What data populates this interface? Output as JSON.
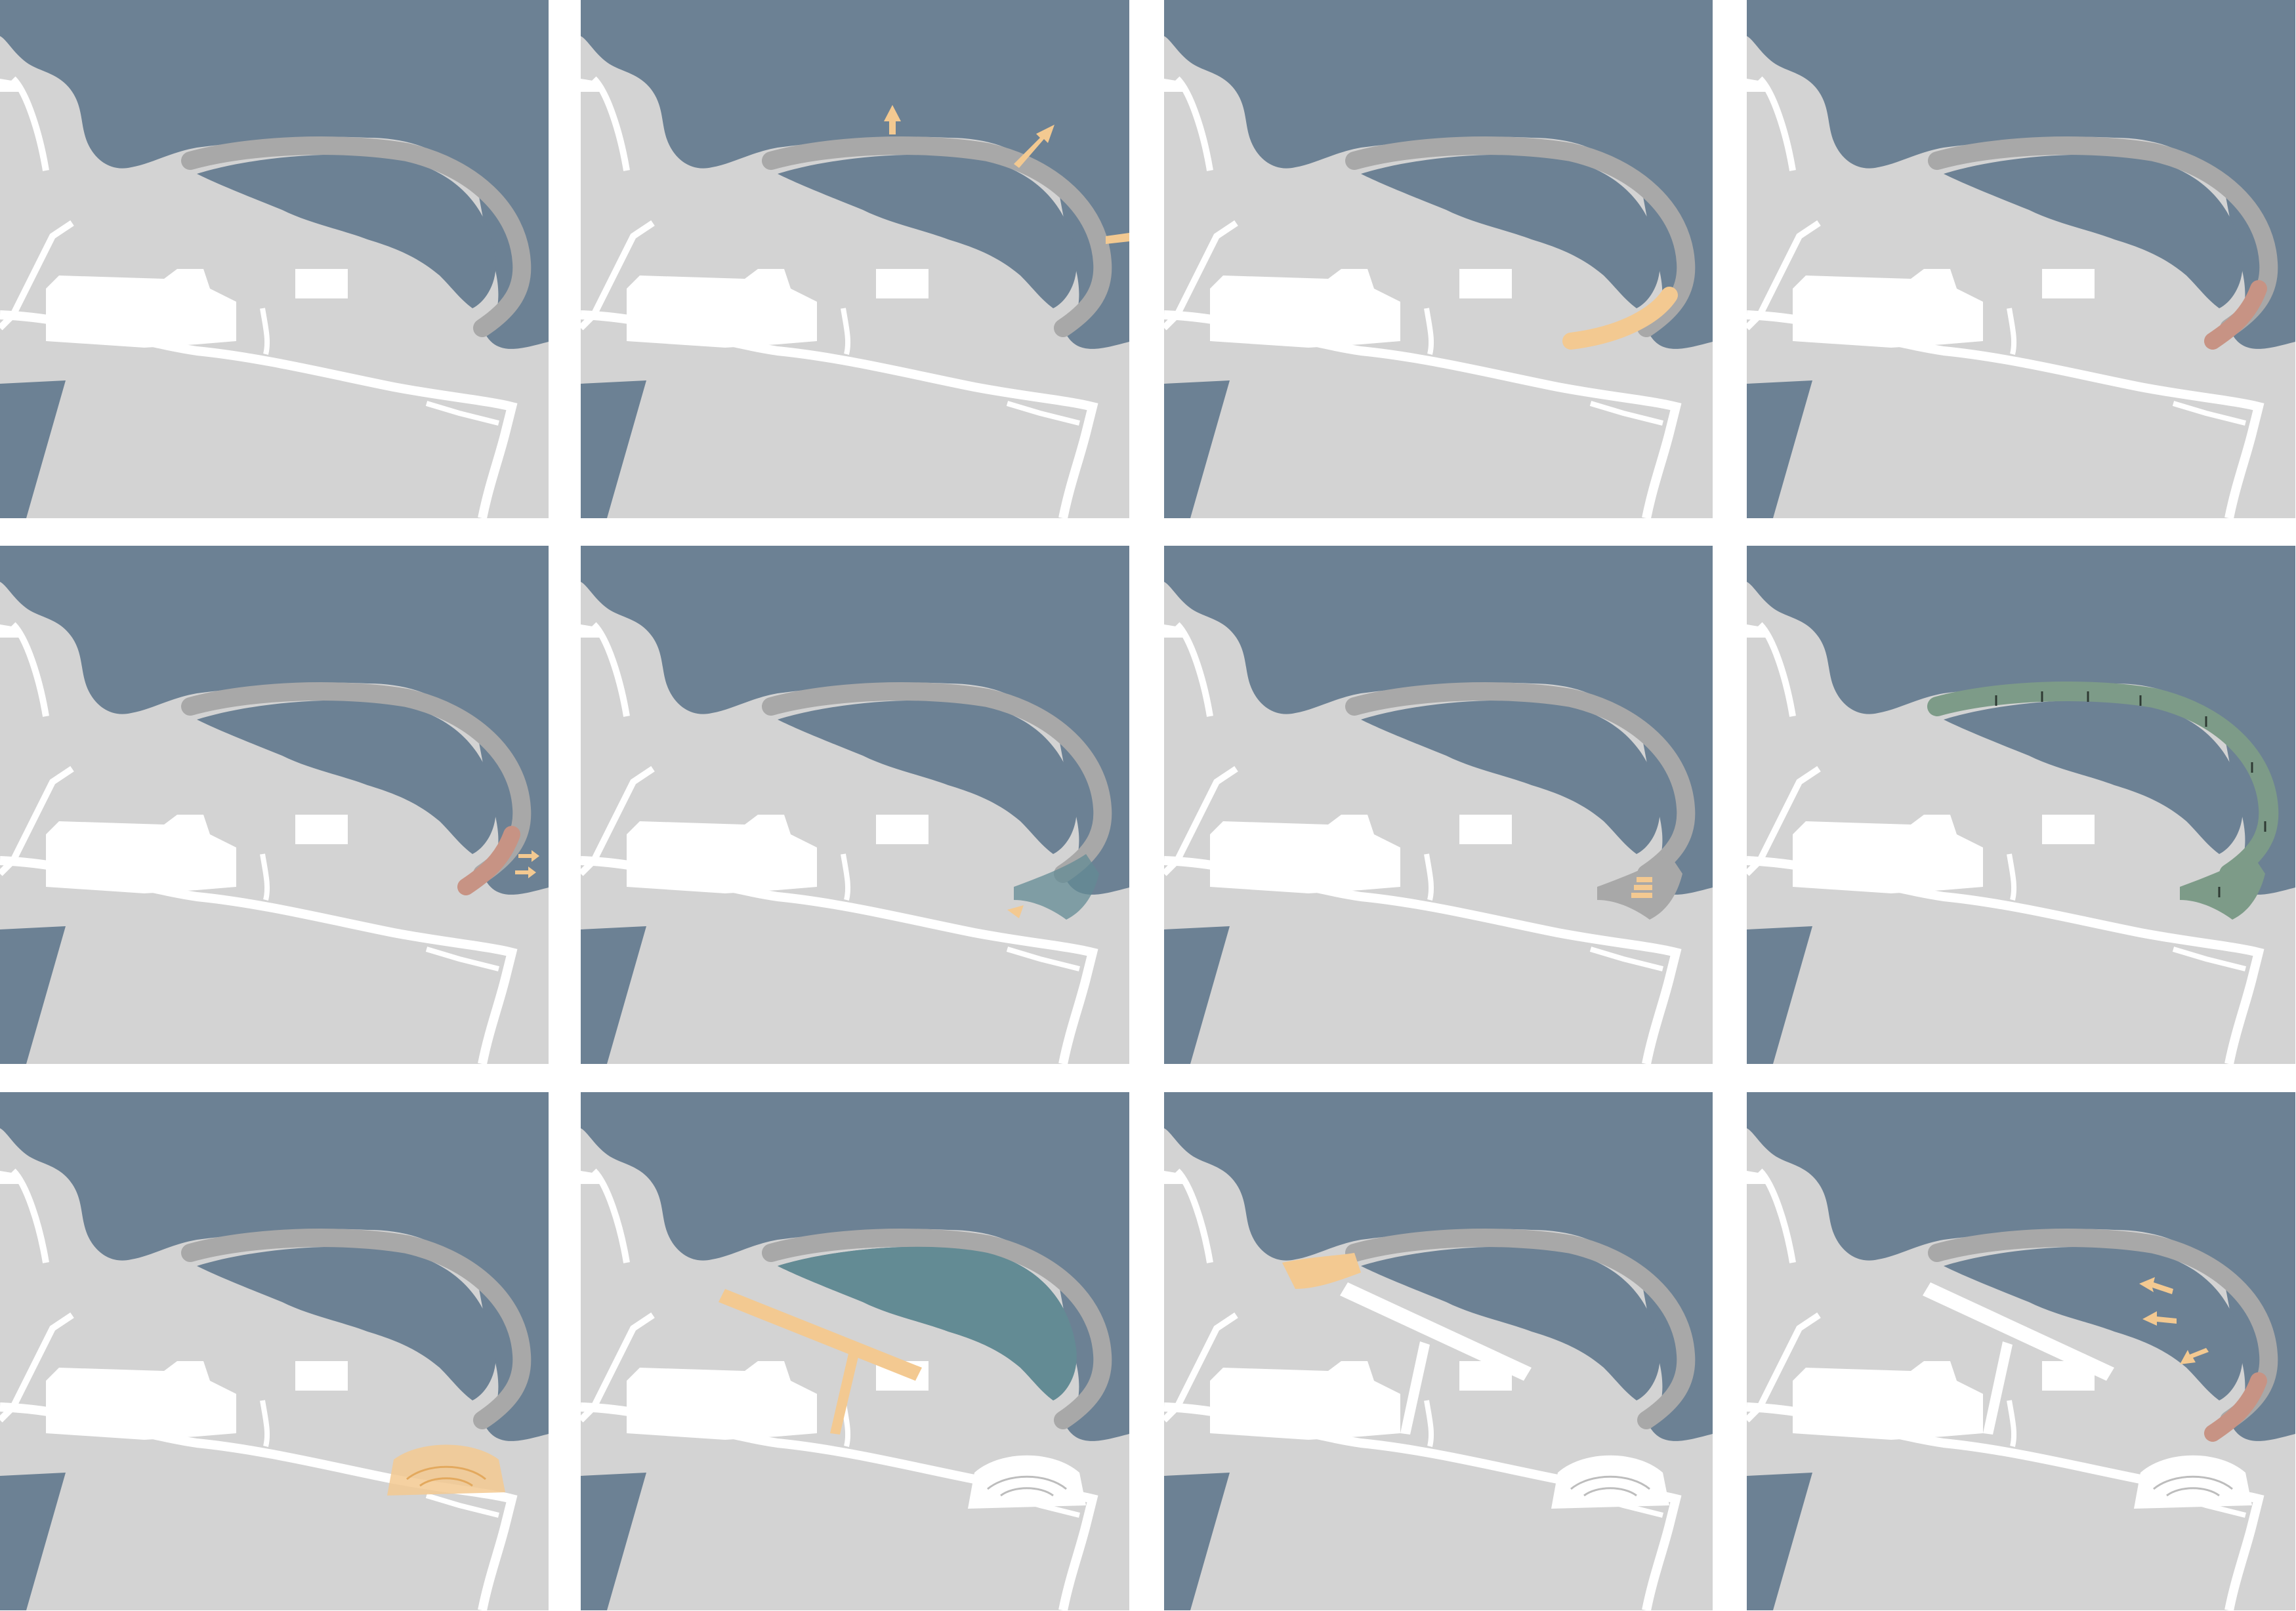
{
  "colors": {
    "sea": "#6c8194",
    "land": "#d3d3d3",
    "white": "#ffffff",
    "breakwater": "#a8a8a8",
    "orange": "#f3c991",
    "terracotta": "#c79384",
    "green": "#7d9b88",
    "teal": "#638b94"
  },
  "panels": [
    {
      "id": "p1",
      "highlights": []
    },
    {
      "id": "p2",
      "highlights": [
        "arrows-out"
      ]
    },
    {
      "id": "p3",
      "highlights": [
        "orange-arc-segment"
      ]
    },
    {
      "id": "p4",
      "highlights": [
        "terracotta-segment"
      ]
    },
    {
      "id": "p5",
      "highlights": [
        "terracotta-segment",
        "small-arrows"
      ]
    },
    {
      "id": "p6",
      "highlights": [
        "teal-spur",
        "orange-dot"
      ]
    },
    {
      "id": "p7",
      "highlights": [
        "spur",
        "orange-steps"
      ]
    },
    {
      "id": "p8",
      "highlights": [
        "green-ring",
        "tree-marks"
      ]
    },
    {
      "id": "p9",
      "highlights": [
        "orange-amphitheater"
      ]
    },
    {
      "id": "p10",
      "highlights": [
        "teal-pool",
        "orange-pier",
        "white-amphitheater"
      ]
    },
    {
      "id": "p11",
      "highlights": [
        "white-pier",
        "orange-beach",
        "white-amphitheater"
      ]
    },
    {
      "id": "p12",
      "highlights": [
        "white-pier",
        "terracotta-segment",
        "arrows-in",
        "white-amphitheater"
      ]
    }
  ]
}
